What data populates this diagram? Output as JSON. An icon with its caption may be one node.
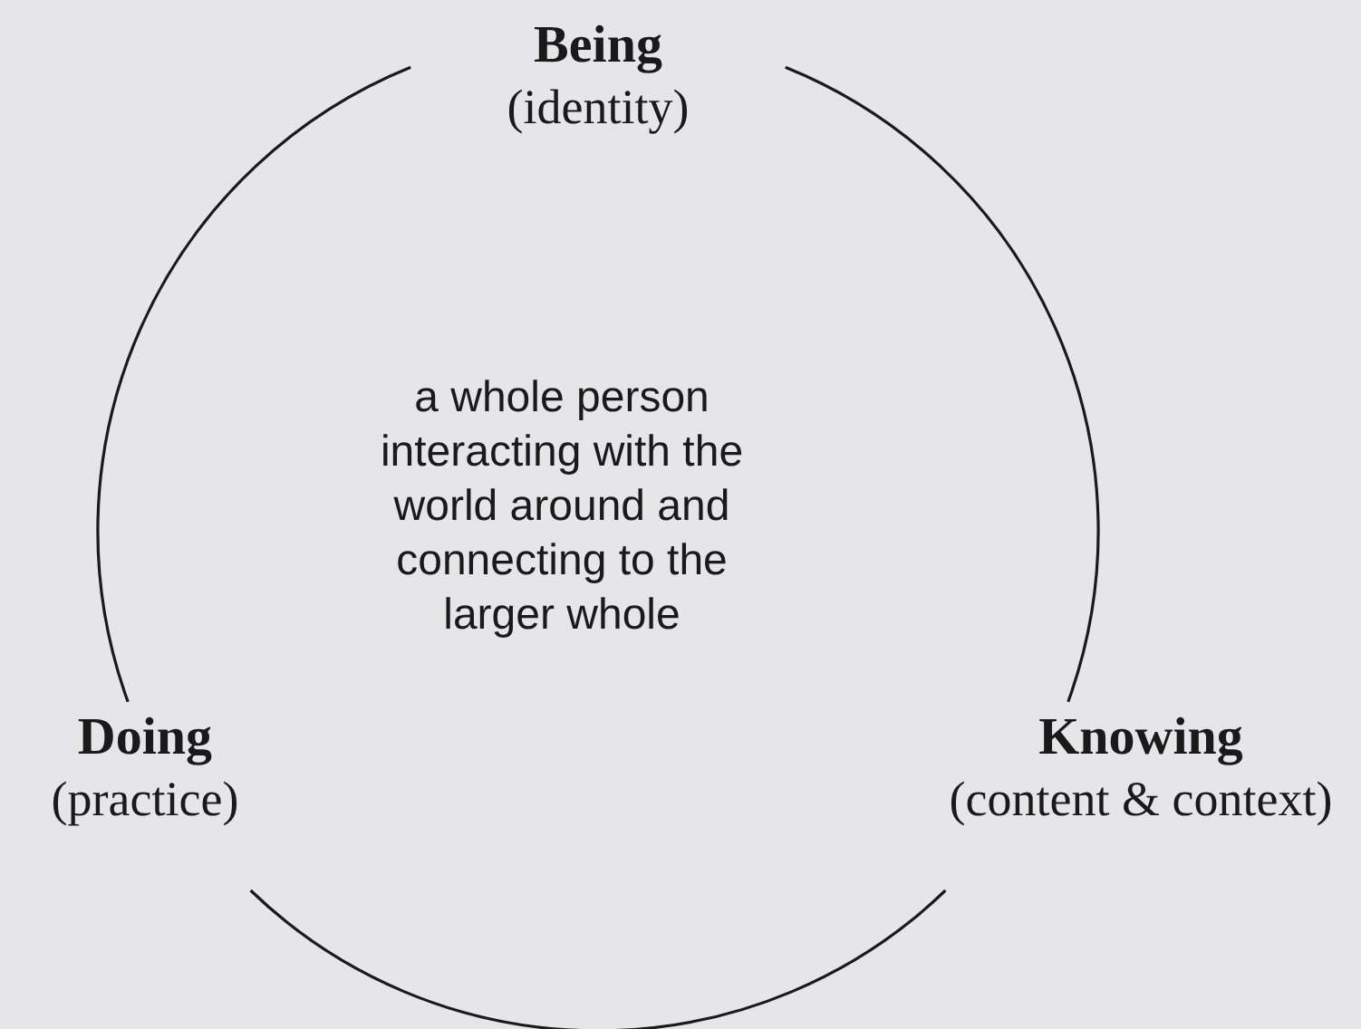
{
  "diagram": {
    "nodes": [
      {
        "text": [
          "Being",
          "(identity)"
        ]
      },
      {
        "text": [
          "Knowing",
          "(content & context)"
        ]
      },
      {
        "text": [
          "Doing",
          "(practice)"
        ]
      }
    ],
    "edges": [
      {
        "from": 0,
        "to": 1,
        "arrow": "none"
      },
      {
        "from": 1,
        "to": 2,
        "arrow": "none"
      },
      {
        "from": 2,
        "to": 0,
        "arrow": "none"
      }
    ],
    "labels": [
      "a whole person interacting with the world around and connecting to the larger whole"
    ]
  }
}
